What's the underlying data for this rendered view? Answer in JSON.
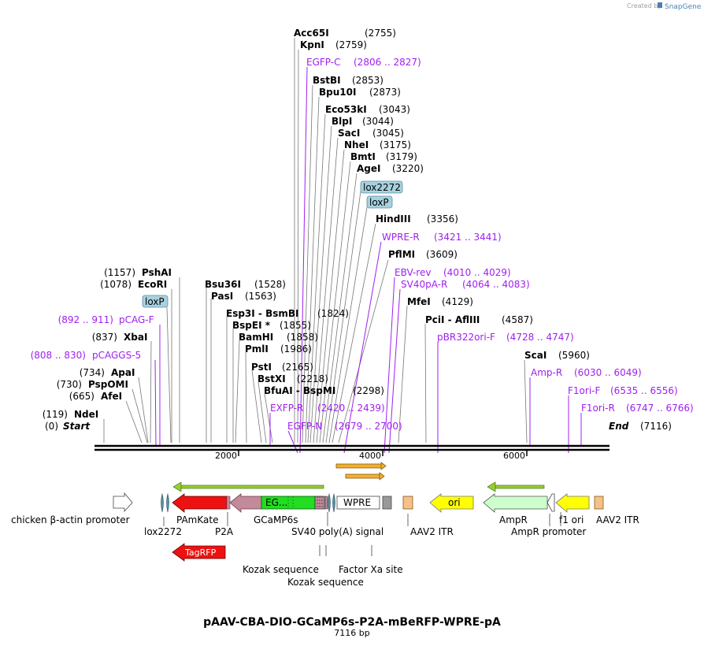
{
  "credit": {
    "created_by": "Created by",
    "brand": "SnapGene"
  },
  "plasmid": {
    "name": "pAAV-CBA-DIO-GCaMP6s-P2A-mBeRFP-WPRE-pA",
    "length_label": "7116 bp"
  },
  "ruler": {
    "start_label": "Start",
    "start_pos": "(0)",
    "end_label": "End",
    "end_pos": "(7116)",
    "ticks": [
      "2000",
      "4000",
      "6000"
    ]
  },
  "sites": [
    {
      "name": "Acc65I",
      "pos": "(2755)",
      "kind": "enzyme"
    },
    {
      "name": "KpnI",
      "pos": "(2759)",
      "kind": "enzyme"
    },
    {
      "name": "EGFP-C",
      "pos": "(2806 .. 2827)",
      "kind": "primer"
    },
    {
      "name": "BstBI",
      "pos": "(2853)",
      "kind": "enzyme"
    },
    {
      "name": "Bpu10I",
      "pos": "(2873)",
      "kind": "enzyme"
    },
    {
      "name": "Eco53kI",
      "pos": "(3043)",
      "kind": "enzyme"
    },
    {
      "name": "BlpI",
      "pos": "(3044)",
      "kind": "enzyme"
    },
    {
      "name": "SacI",
      "pos": "(3045)",
      "kind": "enzyme"
    },
    {
      "name": "NheI",
      "pos": "(3175)",
      "kind": "enzyme"
    },
    {
      "name": "BmtI",
      "pos": "(3179)",
      "kind": "enzyme"
    },
    {
      "name": "AgeI",
      "pos": "(3220)",
      "kind": "enzyme"
    },
    {
      "name": "lox2272",
      "pos": "",
      "kind": "box"
    },
    {
      "name": "loxP",
      "pos": "",
      "kind": "box"
    },
    {
      "name": "HindIII",
      "pos": "(3356)",
      "kind": "enzyme"
    },
    {
      "name": "WPRE-R",
      "pos": "(3421 .. 3441)",
      "kind": "primer"
    },
    {
      "name": "PflMI",
      "pos": "(3609)",
      "kind": "enzyme"
    },
    {
      "name": "EBV-rev",
      "pos": "(4010 .. 4029)",
      "kind": "primer"
    },
    {
      "name": "SV40pA-R",
      "pos": "(4064 .. 4083)",
      "kind": "primer"
    },
    {
      "name": "MfeI",
      "pos": "(4129)",
      "kind": "enzyme"
    },
    {
      "name": "PciI - AflIII",
      "pos": "(4587)",
      "kind": "enzyme"
    },
    {
      "name": "pBR322ori-F",
      "pos": "(4728 .. 4747)",
      "kind": "primer"
    },
    {
      "name": "ScaI",
      "pos": "(5960)",
      "kind": "enzyme"
    },
    {
      "name": "Amp-R",
      "pos": "(6030 .. 6049)",
      "kind": "primer"
    },
    {
      "name": "F1ori-F",
      "pos": "(6535 .. 6556)",
      "kind": "primer"
    },
    {
      "name": "F1ori-R",
      "pos": "(6747 .. 6766)",
      "kind": "primer"
    },
    {
      "name": "Bsu36I",
      "pos": "(1528)",
      "kind": "enzyme"
    },
    {
      "name": "PasI",
      "pos": "(1563)",
      "kind": "enzyme"
    },
    {
      "name": "Esp3I - BsmBI",
      "pos": "(1824)",
      "kind": "enzyme"
    },
    {
      "name": "BspEI *",
      "pos": "(1855)",
      "kind": "enzyme"
    },
    {
      "name": "BamHI",
      "pos": "(1858)",
      "kind": "enzyme"
    },
    {
      "name": "PmlI",
      "pos": "(1986)",
      "kind": "enzyme"
    },
    {
      "name": "PstI",
      "pos": "(2165)",
      "kind": "enzyme"
    },
    {
      "name": "BstXI",
      "pos": "(2218)",
      "kind": "enzyme"
    },
    {
      "name": "BfuAI - BspMI",
      "pos": "(2298)",
      "kind": "enzyme"
    },
    {
      "name": "EXFP-R",
      "pos": "(2420 .. 2439)",
      "kind": "primer"
    },
    {
      "name": "EGFP-N",
      "pos": "(2679 .. 2700)",
      "kind": "primer"
    },
    {
      "name": "PshAI",
      "pos": "(1157)",
      "kind": "enzyme"
    },
    {
      "name": "EcoRI",
      "pos": "(1078)",
      "kind": "enzyme"
    },
    {
      "name": "loxP",
      "pos": "",
      "kind": "box"
    },
    {
      "name": "pCAG-F",
      "pos": "(892 .. 911)",
      "kind": "primer"
    },
    {
      "name": "XbaI",
      "pos": "(837)",
      "kind": "enzyme"
    },
    {
      "name": "pCAGGS-5",
      "pos": "(808 .. 830)",
      "kind": "primer"
    },
    {
      "name": "ApaI",
      "pos": "(734)",
      "kind": "enzyme"
    },
    {
      "name": "PspOMI",
      "pos": "(730)",
      "kind": "enzyme"
    },
    {
      "name": "AfeI",
      "pos": "(665)",
      "kind": "enzyme"
    },
    {
      "name": "NdeI",
      "pos": "(119)",
      "kind": "enzyme"
    }
  ],
  "features": {
    "inline_labels": [
      "EG...",
      "WPRE",
      "ori"
    ],
    "below_labels": [
      "chicken β-actin promoter",
      "PAmKate",
      "lox2272",
      "P2A",
      "GCaMP6s",
      "SV40 poly(A) signal",
      "AAV2 ITR",
      "AmpR",
      "f1 ori",
      "AmpR promoter",
      "AAV2 ITR"
    ],
    "tagrfp_label": "TagRFP",
    "lower_labels": [
      "Kozak sequence",
      "Factor Xa site",
      "Kozak sequence"
    ]
  },
  "colors": {
    "enzyme_text": "#000000",
    "primer_text": "#a020f0",
    "box_fill": "#a8d1e0",
    "red_feature": "#ee1111",
    "green_feature": "#22dd22",
    "pink_feature": "#c28a9a",
    "yellow_feature": "#ffff00",
    "light_green_feature": "#ccffcc",
    "orange_feature": "#f6c08c",
    "grey_feature": "#999999",
    "teal_feature": "#5a8fa0"
  }
}
